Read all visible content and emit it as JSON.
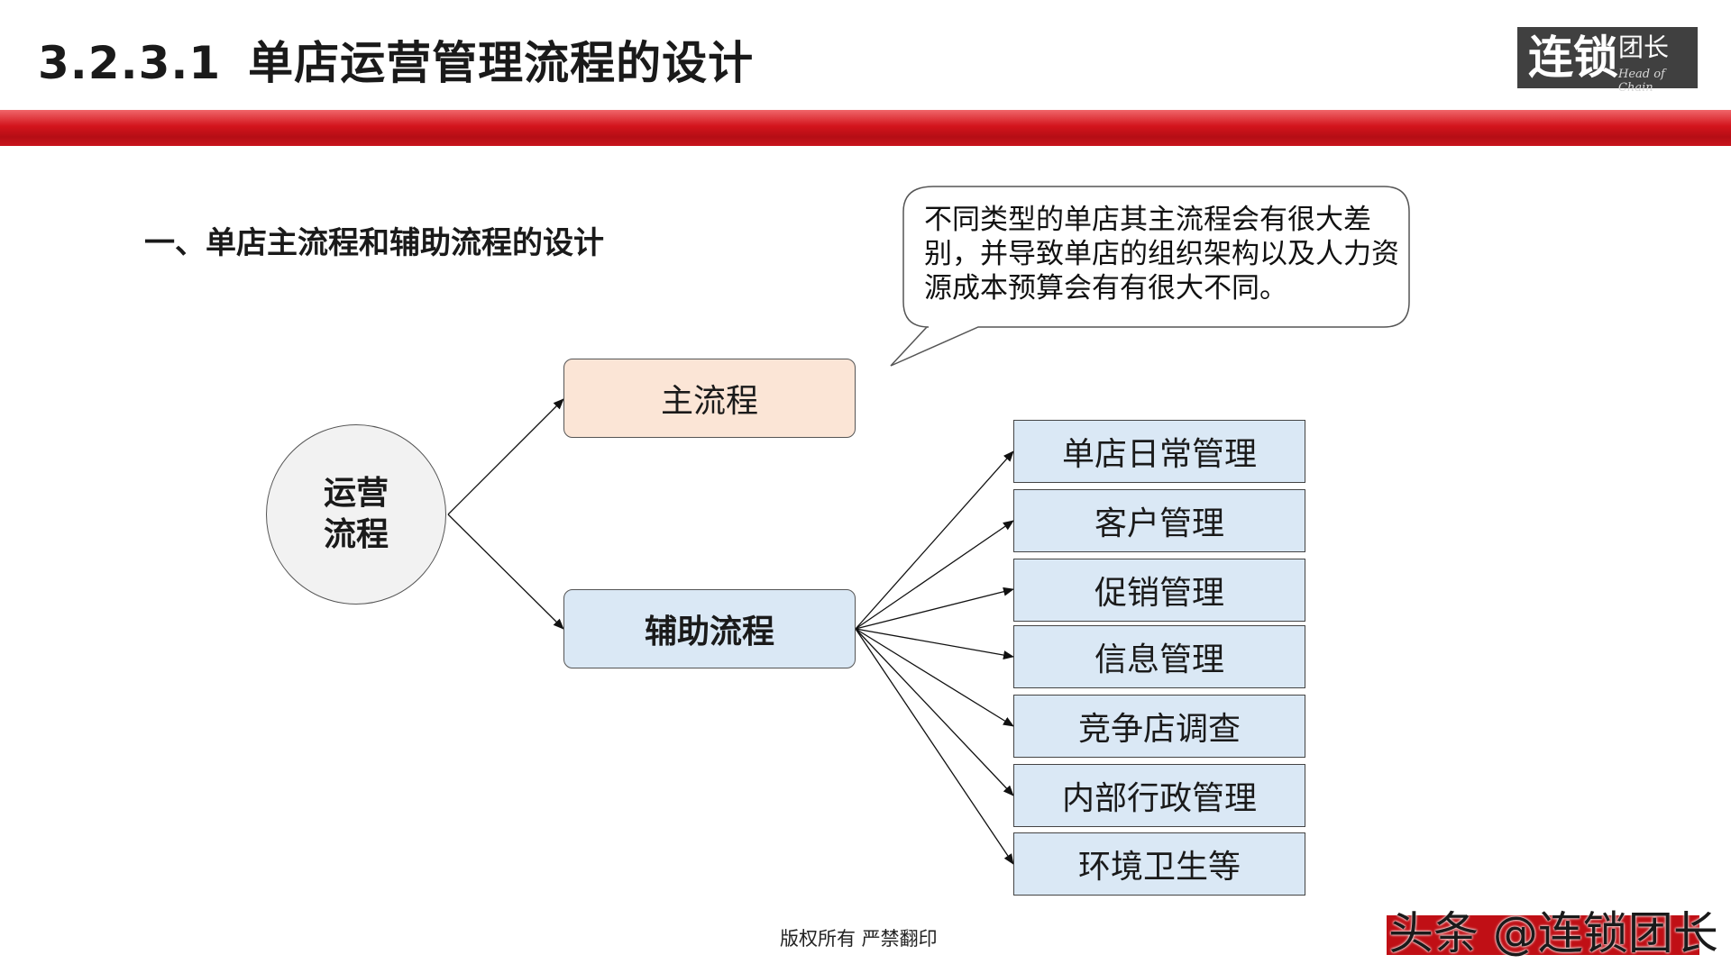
{
  "header": {
    "section_number": "3.2.3.1",
    "title": "单店运营管理流程的设计"
  },
  "logo": {
    "main": "连锁",
    "sub": "团长",
    "tagline": "Head of Chain"
  },
  "subtitle": "一、单店主流程和辅助流程的设计",
  "callout": {
    "text": "不同类型的单店其主流程会有很大差别，并导致单店的组织架构以及人力资源成本预算会有有很大不同。"
  },
  "diagram": {
    "root": {
      "line1": "运营",
      "line2": "流程"
    },
    "main_process": "主流程",
    "aux_process": "辅助流程",
    "aux_items": [
      "单店日常管理",
      "客户管理",
      "促销管理",
      "信息管理",
      "竞争店调查",
      "内部行政管理",
      "环境卫生等"
    ]
  },
  "footer": {
    "copyright": "版权所有  严禁翻印"
  },
  "watermark": {
    "text": "头条 @连锁团长"
  },
  "colors": {
    "red_bar": "#d3141c",
    "main_box_fill": "#fbe5d6",
    "aux_box_fill": "#dae8f5",
    "circle_fill": "#f2f2f2",
    "logo_bg": "#404040"
  }
}
